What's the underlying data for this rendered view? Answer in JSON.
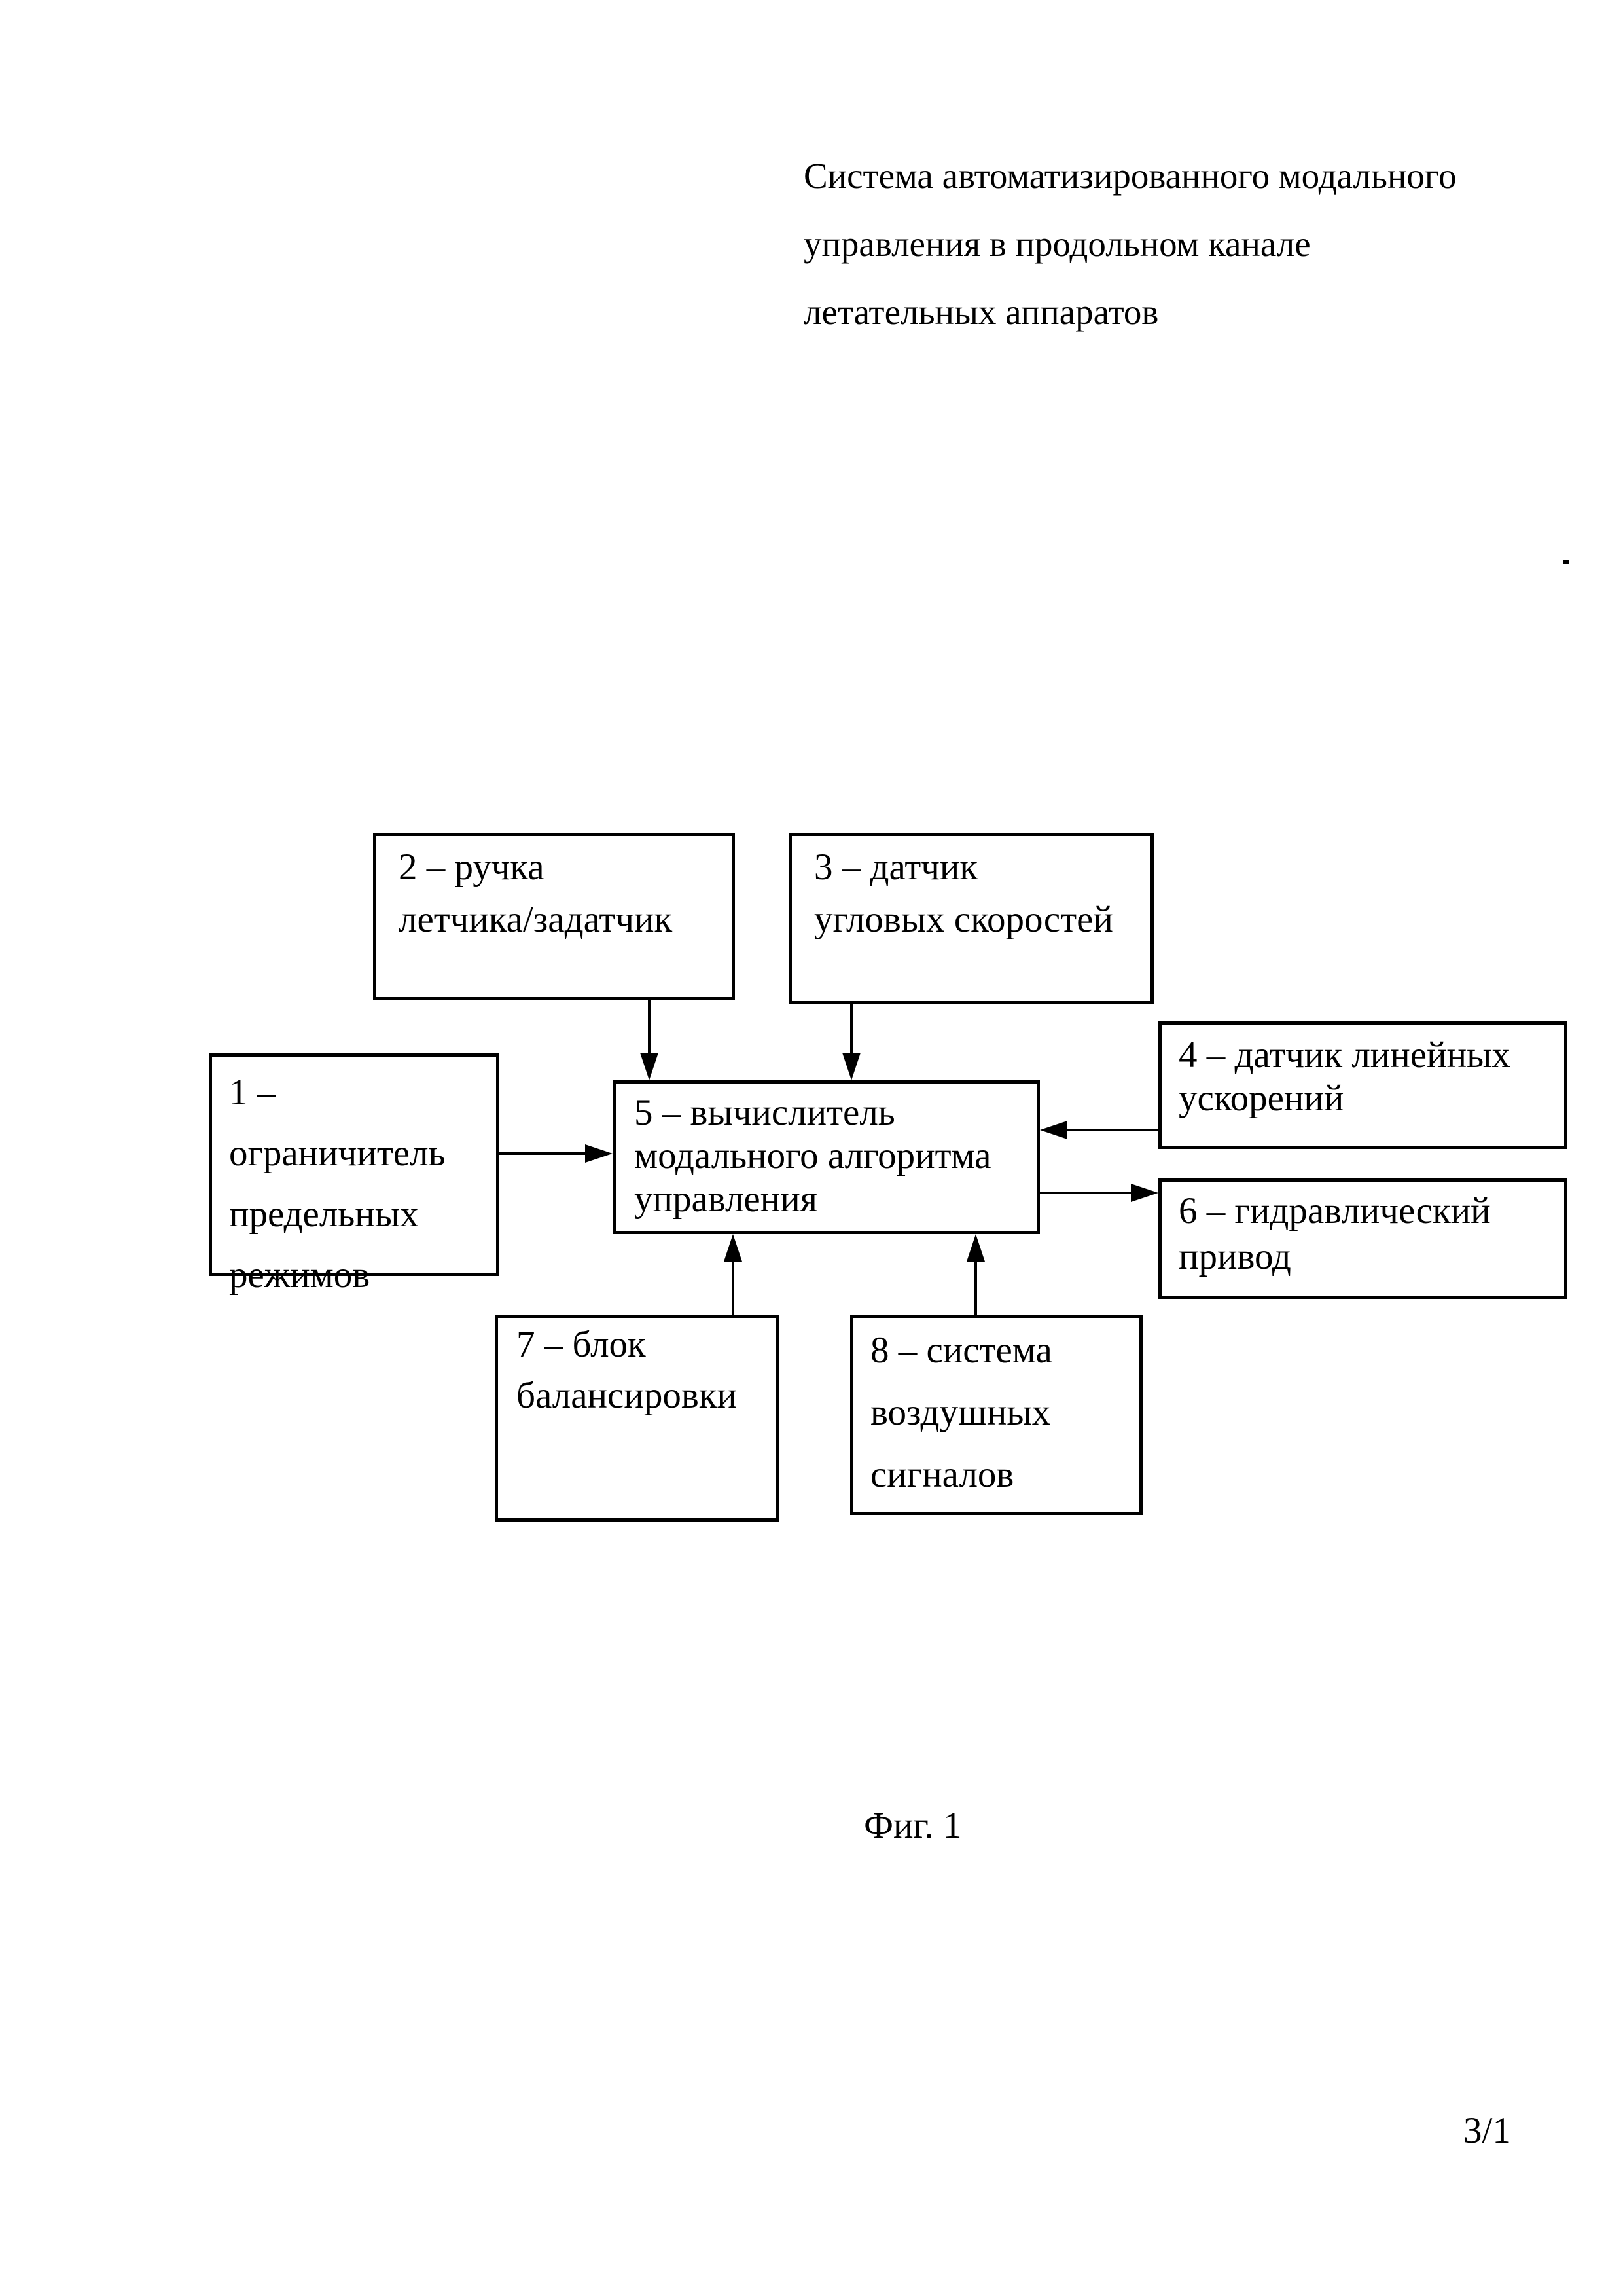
{
  "page": {
    "background_color": "#ffffff",
    "ink_color": "#000000",
    "title_lines": [
      "Система автоматизированного модального",
      "управления в продольном канале",
      "летательных аппаратов"
    ],
    "figure_caption": "Фиг. 1",
    "page_number": "3/1"
  },
  "diagram": {
    "boxes": [
      {
        "id": 1,
        "lines": [
          "1 –",
          "ограничитель",
          "предельных",
          "режимов"
        ]
      },
      {
        "id": 2,
        "lines": [
          "2 – ручка",
          "летчика/задатчик"
        ]
      },
      {
        "id": 3,
        "lines": [
          "3 – датчик",
          "угловых скоростей"
        ]
      },
      {
        "id": 4,
        "lines": [
          "4 – датчик линейных",
          "ускорений"
        ]
      },
      {
        "id": 5,
        "lines": [
          "5 – вычислитель",
          "модального алгоритма",
          "управления"
        ]
      },
      {
        "id": 6,
        "lines": [
          "6 – гидравлический",
          "привод"
        ]
      },
      {
        "id": 7,
        "lines": [
          "7 – блок",
          "балансировки"
        ]
      },
      {
        "id": 8,
        "lines": [
          "8 – система",
          "воздушных",
          "сигналов"
        ]
      }
    ],
    "arrows": [
      {
        "from": 2,
        "to": 5,
        "direction": "down"
      },
      {
        "from": 3,
        "to": 5,
        "direction": "down"
      },
      {
        "from": 1,
        "to": 5,
        "direction": "right"
      },
      {
        "from": 4,
        "to": 5,
        "direction": "left"
      },
      {
        "from": 5,
        "to": 6,
        "direction": "right"
      },
      {
        "from": 7,
        "to": 5,
        "direction": "up"
      },
      {
        "from": 8,
        "to": 5,
        "direction": "up"
      }
    ]
  }
}
